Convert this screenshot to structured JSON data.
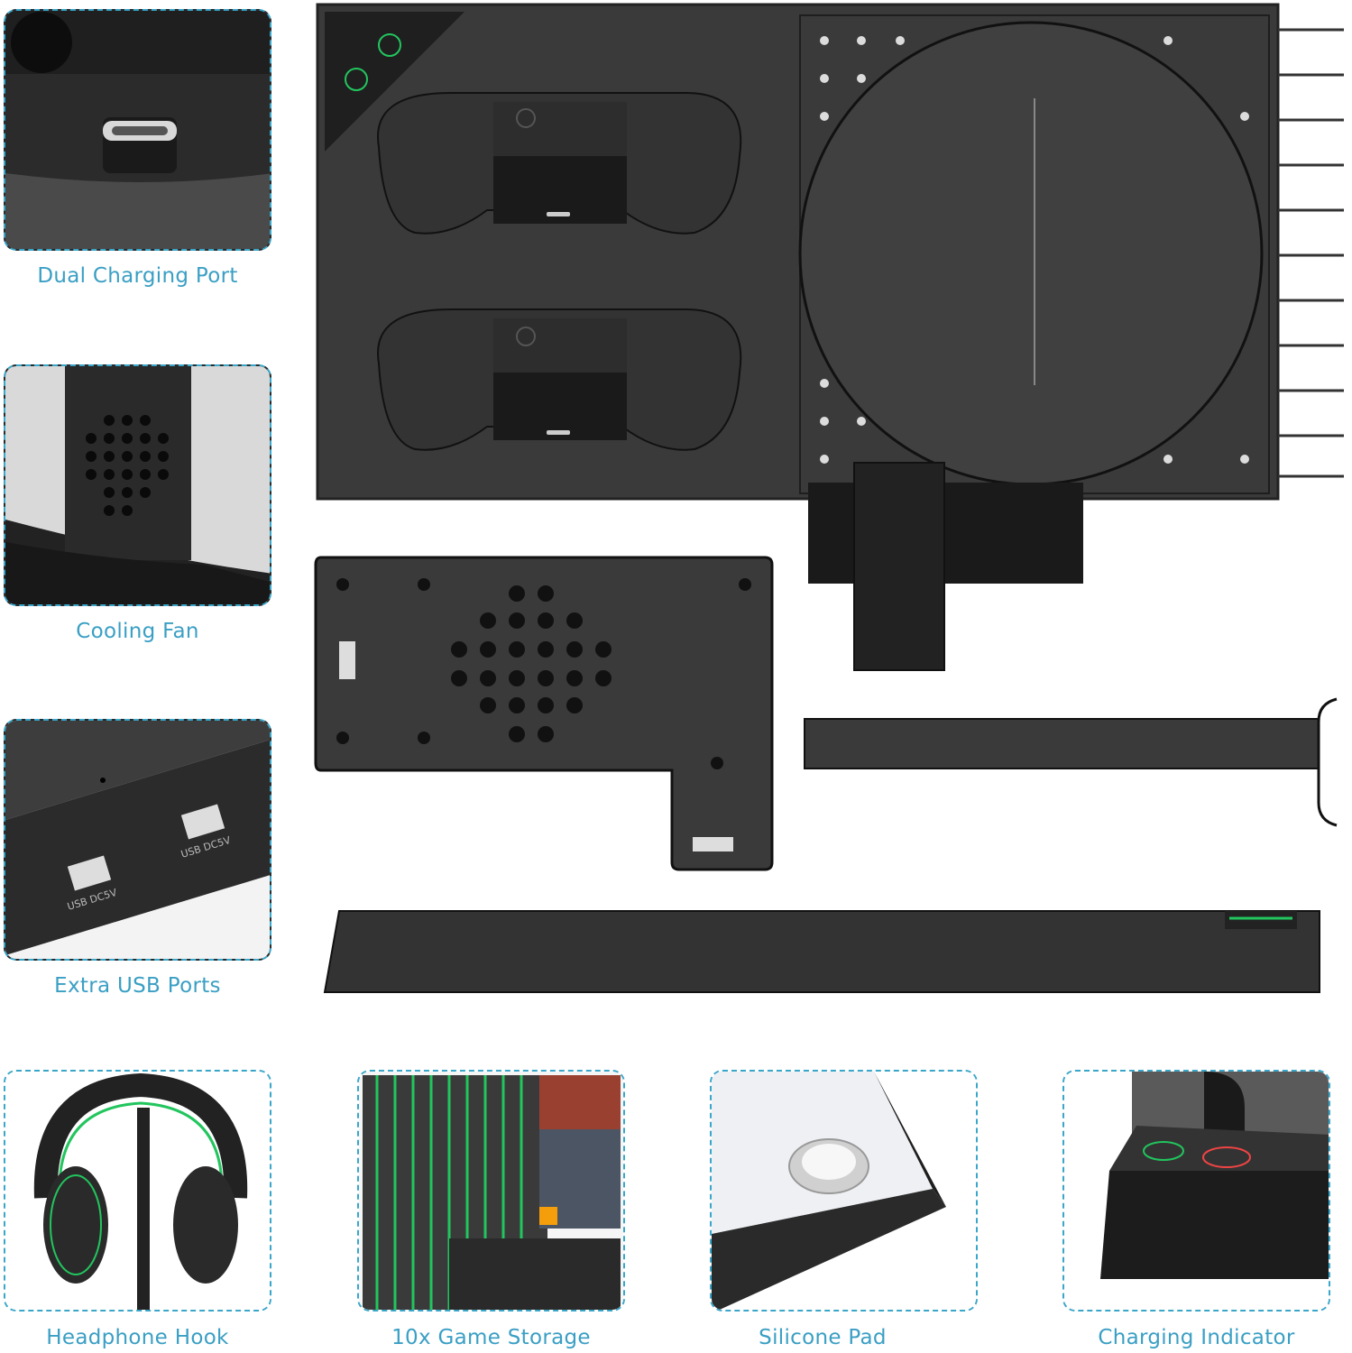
{
  "colors": {
    "accent": "#3a9fc4",
    "dashed_border": "#3aa6c9",
    "product_body": "#3a3a3a",
    "led_green": "#22c55e",
    "led_red": "#ef4444"
  },
  "features": [
    {
      "id": "dual-charging-port",
      "label": "Dual Charging Port",
      "icon": "usb-c-port-icon"
    },
    {
      "id": "cooling-fan",
      "label": "Cooling Fan",
      "icon": "fan-vent-icon"
    },
    {
      "id": "extra-usb-ports",
      "label": "Extra USB Ports",
      "icon": "usb-port-icon",
      "port_labels": [
        "USB DC5V",
        "USB DC5V"
      ]
    },
    {
      "id": "headphone-hook",
      "label": "Headphone Hook",
      "icon": "headphones-icon"
    },
    {
      "id": "game-storage",
      "label": "10x Game Storage",
      "icon": "game-cases-icon"
    },
    {
      "id": "silicone-pad",
      "label": "Silicone Pad",
      "icon": "pad-icon"
    },
    {
      "id": "charging-indicator",
      "label": "Charging Indicator",
      "icon": "controller-led-icon"
    }
  ]
}
